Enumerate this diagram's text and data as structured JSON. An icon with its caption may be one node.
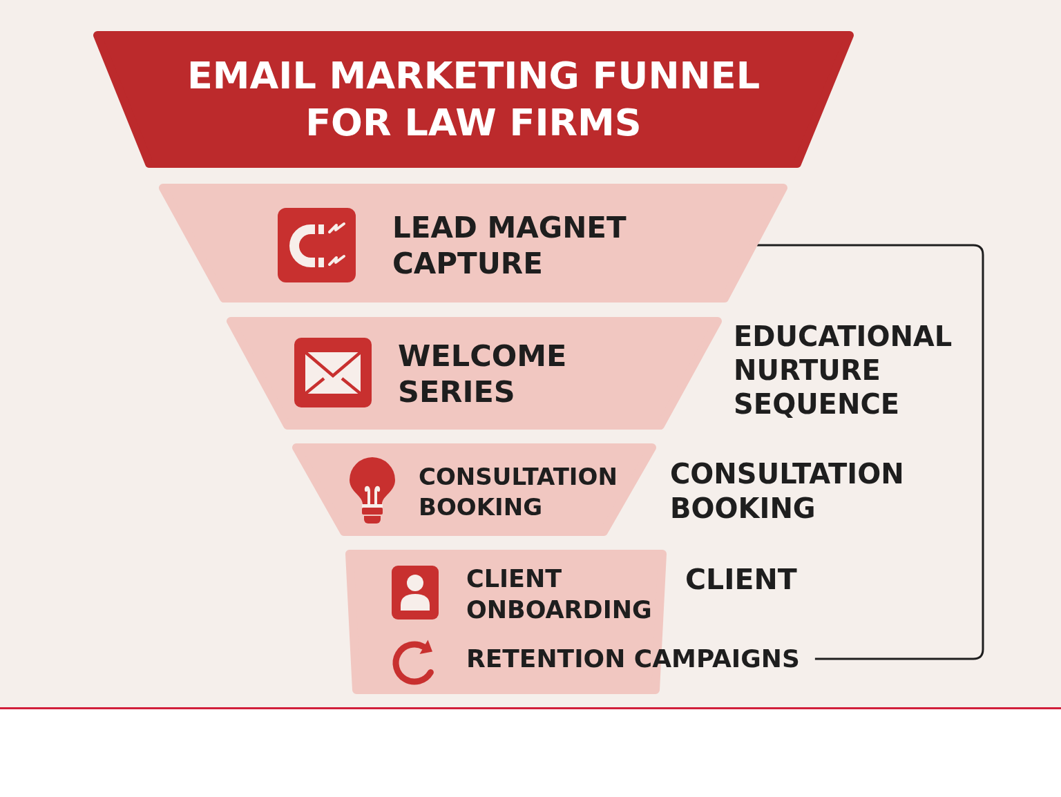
{
  "diagram": {
    "nodes": [
      {
        "text": [
          "EMAIL MARKETING FUNNEL FOR LAW FIRMS"
        ]
      },
      {
        "text": [
          "LEAD MAGNET CAPTURE"
        ]
      },
      {
        "text": [
          "WELCOME SERIES"
        ]
      },
      {
        "text": [
          "CONSULTATION BOOKING"
        ]
      },
      {
        "text": [
          "CLIENT ONBOARDING"
        ]
      },
      {
        "text": [
          "RETENTION CAMPAIGNS"
        ]
      }
    ],
    "edges": [
      {
        "from": 1,
        "to": 5,
        "arrow": "none"
      }
    ],
    "labels": [
      "EDUCATIONAL NURTURE SEQUENCE",
      "CONSULTATION BOOKING",
      "CLIENT"
    ]
  }
}
